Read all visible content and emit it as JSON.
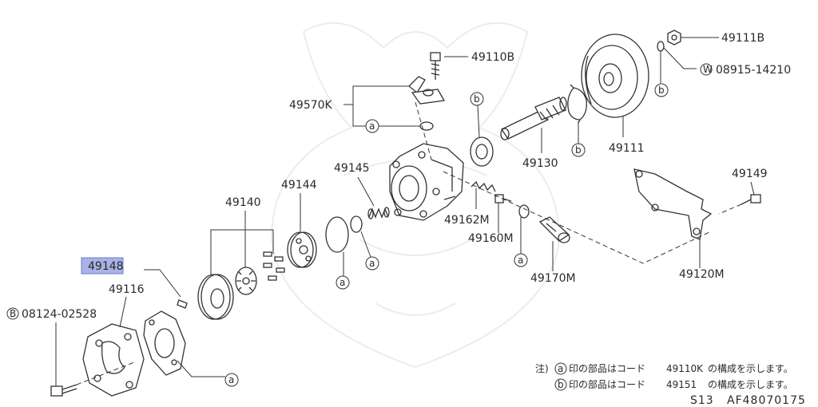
{
  "labels": {
    "p49111B": "49111B",
    "p49110B": "49110B",
    "p08915": "08915-14210",
    "p08915_prefix": "W",
    "p49570K": "49570K",
    "p49111": "49111",
    "p49130": "49130",
    "p49145": "49145",
    "p49144": "49144",
    "p49140": "49140",
    "p49162M": "49162M",
    "p49160M": "49160M",
    "p49149": "49149",
    "p49120M": "49120M",
    "p49170M": "49170M",
    "p49148": "49148",
    "p49116": "49116",
    "p08124": "08124-02528",
    "p08124_prefix": "B"
  },
  "callouts": {
    "a": "a",
    "b": "b"
  },
  "notes": {
    "line1_prefix": "注)",
    "line1_text": "印の部品はコード",
    "line1_code": "49110K",
    "line1_suffix": "の構成を示します。",
    "line2_text": "印の部品はコード",
    "line2_code": "49151",
    "line2_suffix": "の構成を示します。"
  },
  "reference": {
    "page": "S13",
    "code": "AF48070175"
  },
  "colors": {
    "highlight": "#aab2e6",
    "highlight_border": "#6e7bd0",
    "line": "#333333"
  }
}
